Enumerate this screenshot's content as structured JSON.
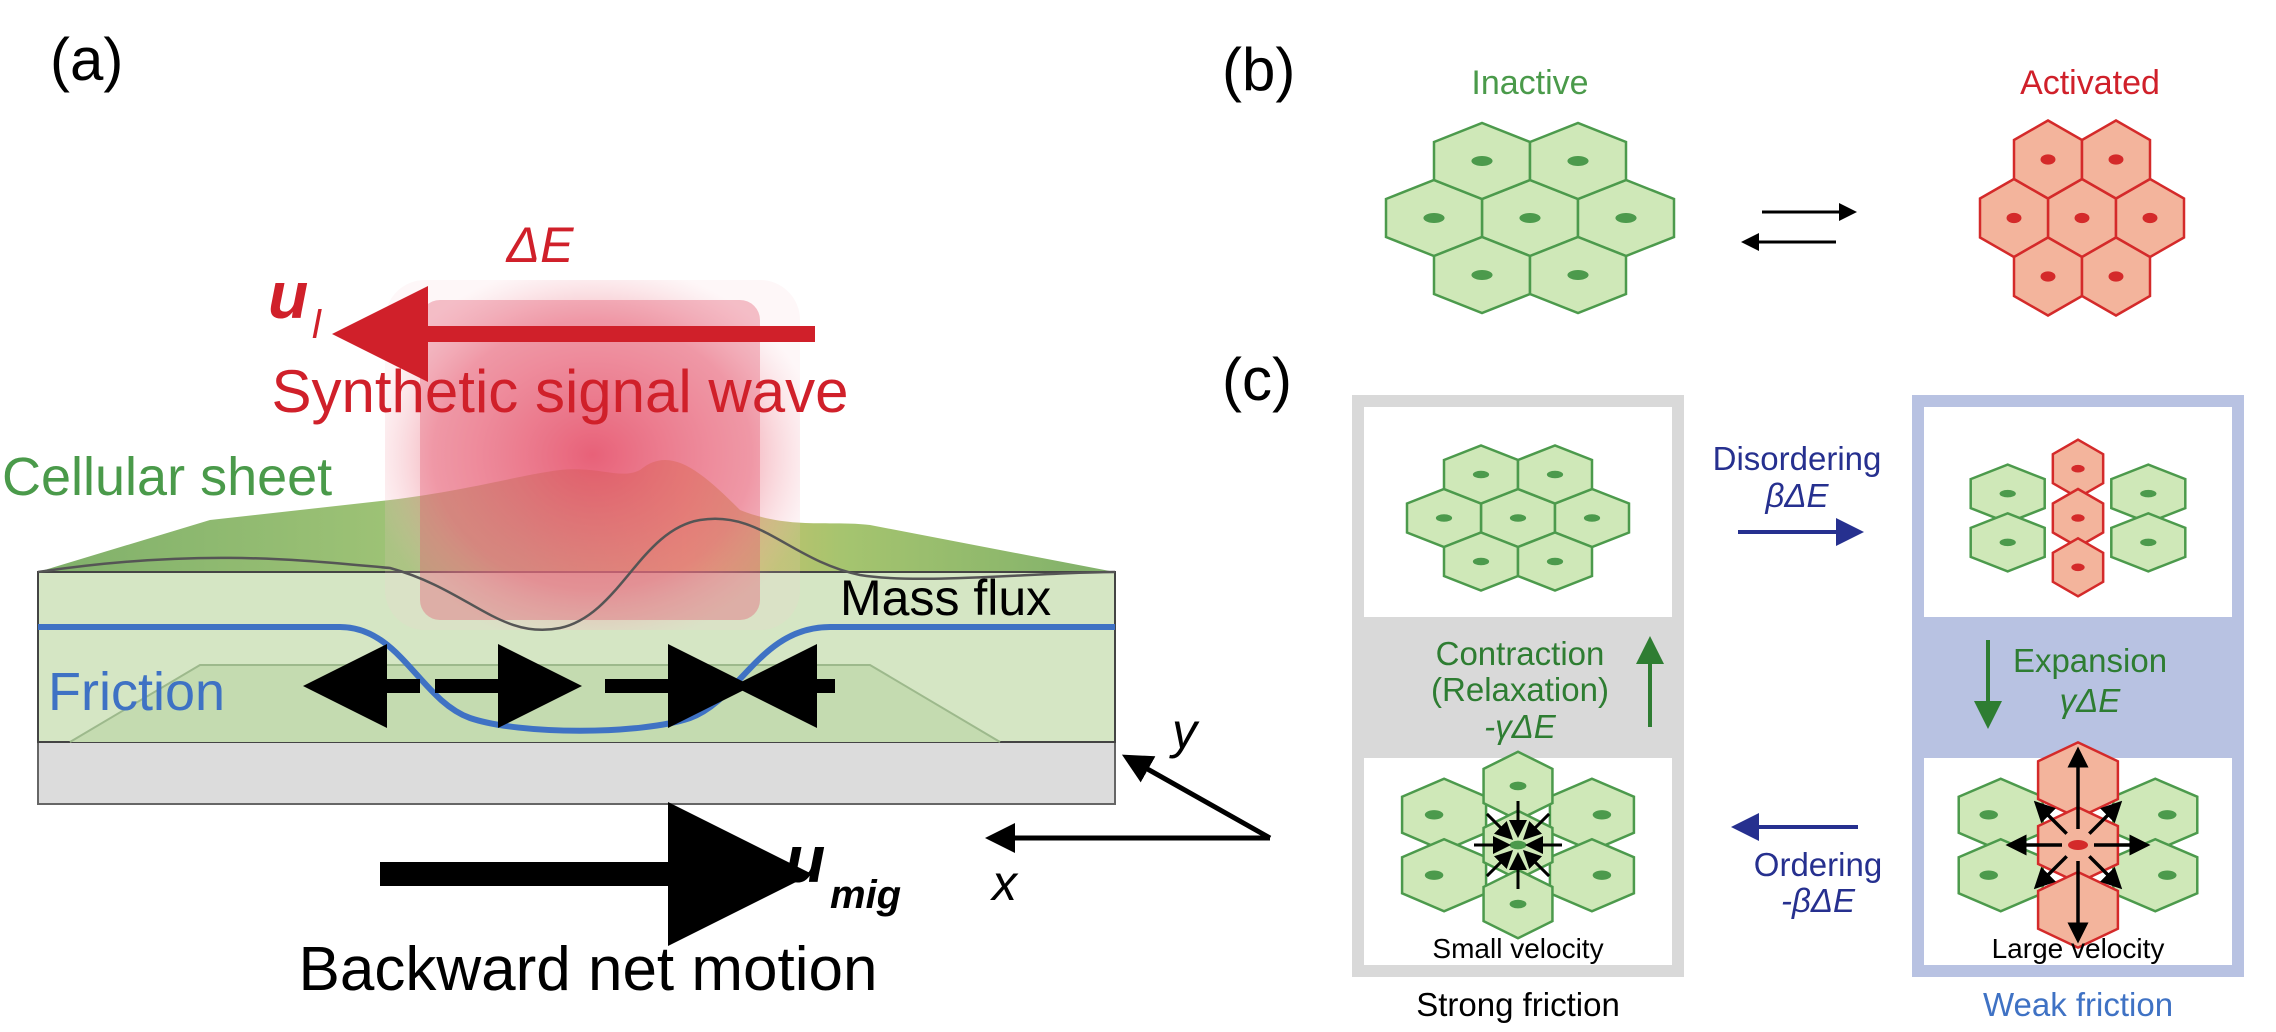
{
  "colors": {
    "green_text": "#4a9a4a",
    "red_text": "#d0202a",
    "blue_text": "#2f5fb0",
    "navy_text": "#26308f",
    "dark_green": "#2e7d32",
    "cell_green_fill": "#cfe8b8",
    "cell_green_stroke": "#4c9a4c",
    "cell_red_fill": "#f3b49c",
    "cell_red_stroke": "#d42a2a",
    "panel_gray": "#d9d9d9",
    "panel_lavender": "#b8c2e2"
  },
  "panel_a": {
    "label": "(a)",
    "delta_e": "ΔE",
    "u_l_main": "u",
    "u_l_sub": "l",
    "signal_wave": "Synthetic signal wave",
    "cellular_sheet": "Cellular sheet",
    "mass_flux": "Mass flux",
    "friction": "Friction",
    "axis_y": "y",
    "axis_x": "x",
    "u_mig_main": "u",
    "u_mig_sub": "mig",
    "backward": "Backward net motion"
  },
  "panel_b": {
    "label": "(b)",
    "inactive": "Inactive",
    "activated": "Activated"
  },
  "panel_c": {
    "label": "(c)",
    "disordering": "Disordering",
    "beta_de": "βΔE",
    "ordering": "Ordering",
    "neg_beta_de": "-βΔE",
    "contraction": "Contraction",
    "relaxation": "(Relaxation)",
    "neg_gamma_de": "-γΔE",
    "expansion": "Expansion",
    "gamma_de": "γΔE",
    "small_velocity": "Small velocity",
    "large_velocity": "Large velocity",
    "strong_friction": "Strong friction",
    "weak_friction": "Weak friction"
  }
}
